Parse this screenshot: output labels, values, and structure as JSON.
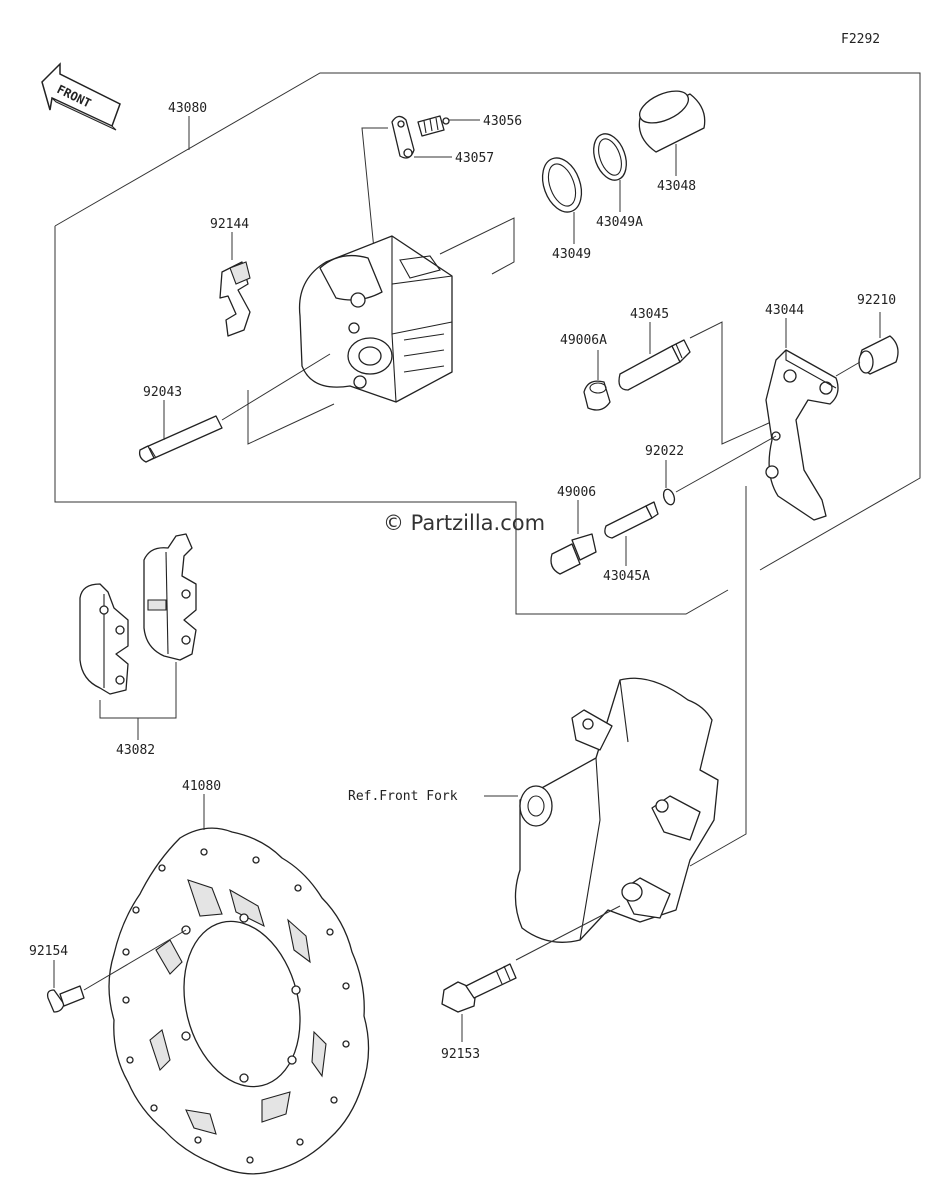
{
  "diagram": {
    "figure_code": "F2292",
    "front_badge": "FRONT",
    "watermark": "© Partzilla.com",
    "reference_label": "Ref.Front Fork",
    "part_numbers": {
      "caliper_assy": "43080",
      "bleed_valve": "43056",
      "valve_cap": "43057",
      "piston": "43048",
      "dust_seal": "43049A",
      "piston_seal": "43049",
      "pad_spring": "92144",
      "pad_pin": "92043",
      "slide_pin": "43045",
      "boot_a": "49006A",
      "bracket": "43044",
      "bushing": "92210",
      "circlip": "92022",
      "boot": "49006",
      "slide_pin_a": "43045A",
      "brake_pads": "43082",
      "brake_disc": "41080",
      "disc_screw": "92154",
      "mount_bolt": "92153"
    }
  }
}
